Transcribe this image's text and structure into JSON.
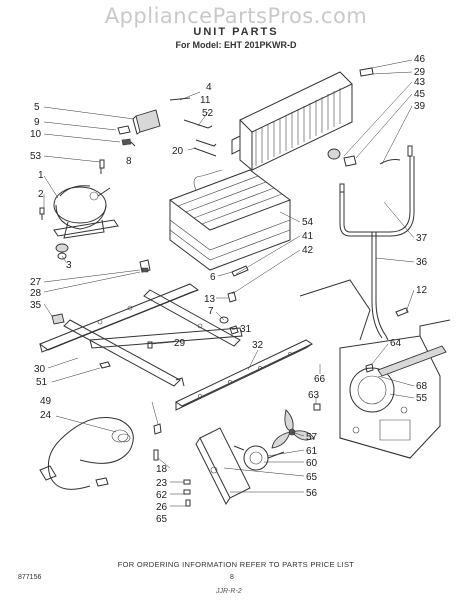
{
  "watermark": "AppliancePartsPros.com",
  "title": "UNIT PARTS",
  "model_line": "For Model: EHT 201PKWR-D",
  "footer": "FOR ORDERING INFORMATION REFER TO PARTS PRICE LIST",
  "page_number": "8",
  "figure_code": "877156",
  "signature": "JJR-R-2",
  "callouts": {
    "c5": "5",
    "c9": "9",
    "c10": "10",
    "c8": "8",
    "c53": "53",
    "c1": "1",
    "c2": "2",
    "c3": "3",
    "c27": "27",
    "c28": "28",
    "c35": "35",
    "c30": "30",
    "c51": "51",
    "c29a": "29",
    "c4": "4",
    "c11": "11",
    "c52": "52",
    "c20": "20",
    "c54": "54",
    "c41": "41",
    "c42": "42",
    "c6": "6",
    "c13": "13",
    "c7": "7",
    "c31": "31",
    "c32": "32",
    "c46": "46",
    "c29b": "29",
    "c43": "43",
    "c45": "45",
    "c39": "39",
    "c37": "37",
    "c36": "36",
    "c12": "12",
    "c64": "64",
    "c66": "66",
    "c68": "68",
    "c55": "55",
    "c63": "63",
    "c49": "49",
    "c24": "24",
    "c18": "18",
    "c23": "23",
    "c62": "62",
    "c26": "26",
    "c65a": "65",
    "c57": "57",
    "c61": "61",
    "c60": "60",
    "c65b": "65",
    "c56": "56"
  }
}
